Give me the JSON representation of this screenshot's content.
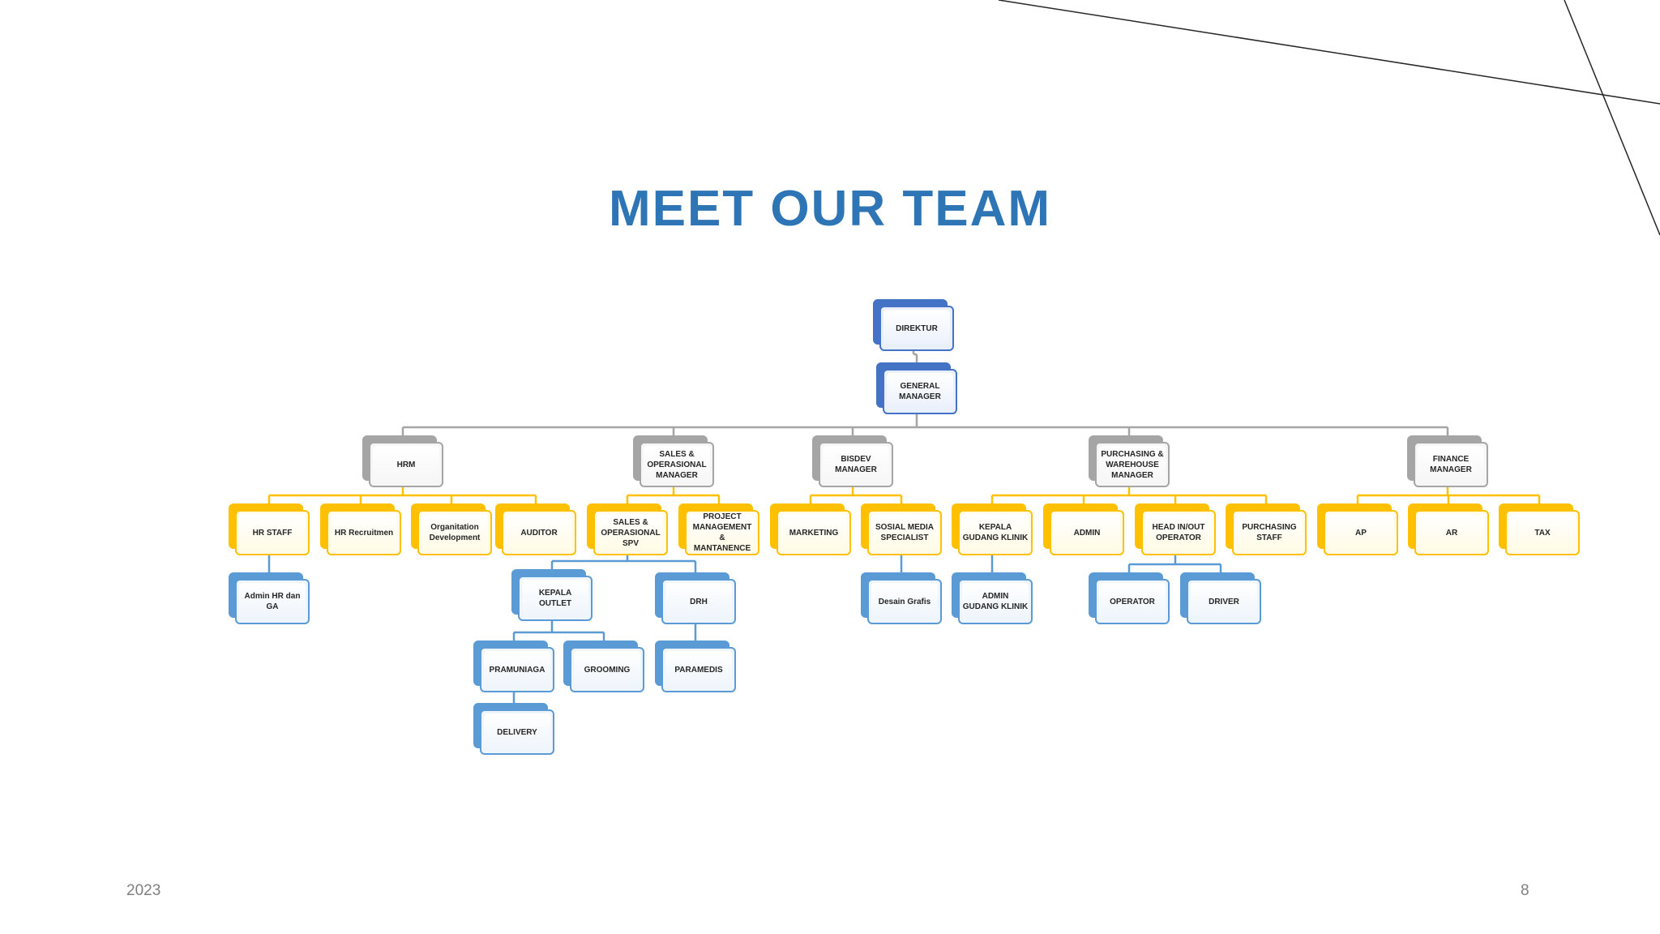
{
  "slide": {
    "title": "MEET OUR TEAM",
    "year": "2023",
    "page_number": "8"
  },
  "colors": {
    "title": "#2e75b6",
    "top_level": "#4472c4",
    "manager": "#a5a5a5",
    "staff": "#ffc000",
    "sub_staff": "#5b9bd5",
    "connector": "#a5a5a5"
  },
  "org_chart": {
    "nodes": [
      {
        "id": "direktur",
        "label": "DIREKTUR",
        "parent": null,
        "level": "top"
      },
      {
        "id": "general-manager",
        "label": "GENERAL\nMANAGER",
        "parent": "direktur",
        "level": "top"
      },
      {
        "id": "hrm",
        "label": "HRM",
        "parent": "general-manager",
        "level": "manager"
      },
      {
        "id": "sales-operasional-manager",
        "label": "SALES &\nOPERASIONAL\nMANAGER",
        "parent": "general-manager",
        "level": "manager"
      },
      {
        "id": "bisdev-manager",
        "label": "BISDEV\nMANAGER",
        "parent": "general-manager",
        "level": "manager"
      },
      {
        "id": "purchasing-warehouse-manager",
        "label": "PURCHASING &\nWAREHOUSE\nMANAGER",
        "parent": "general-manager",
        "level": "manager"
      },
      {
        "id": "finance-manager",
        "label": "FINANCE\nMANAGER",
        "parent": "general-manager",
        "level": "manager"
      },
      {
        "id": "hr-staff",
        "label": "HR STAFF",
        "parent": "hrm",
        "level": "staff"
      },
      {
        "id": "hr-recruitmen",
        "label": "HR Recruitmen",
        "parent": "hrm",
        "level": "staff"
      },
      {
        "id": "organitation-development",
        "label": "Organitation\nDevelopment",
        "parent": "hrm",
        "level": "staff"
      },
      {
        "id": "auditor",
        "label": "AUDITOR",
        "parent": "hrm",
        "level": "staff"
      },
      {
        "id": "sales-operasional-spv",
        "label": "SALES &\nOPERASIONAL\nSPV",
        "parent": "sales-operasional-manager",
        "level": "staff"
      },
      {
        "id": "project-management",
        "label": "PROJECT\nMANAGEMENT\n&\nMANTANENCE",
        "parent": "sales-operasional-manager",
        "level": "staff"
      },
      {
        "id": "marketing",
        "label": "MARKETING",
        "parent": "bisdev-manager",
        "level": "staff"
      },
      {
        "id": "sosial-media-specialist",
        "label": "SOSIAL MEDIA\nSPECIALIST",
        "parent": "bisdev-manager",
        "level": "staff"
      },
      {
        "id": "kepala-gudang-klinik",
        "label": "KEPALA\nGUDANG KLINIK",
        "parent": "purchasing-warehouse-manager",
        "level": "staff"
      },
      {
        "id": "admin",
        "label": "ADMIN",
        "parent": "purchasing-warehouse-manager",
        "level": "staff"
      },
      {
        "id": "head-in-out-operator",
        "label": "HEAD IN/OUT\nOPERATOR",
        "parent": "purchasing-warehouse-manager",
        "level": "staff"
      },
      {
        "id": "purchasing-staff",
        "label": "PURCHASING\nSTAFF",
        "parent": "purchasing-warehouse-manager",
        "level": "staff"
      },
      {
        "id": "ap",
        "label": "AP",
        "parent": "finance-manager",
        "level": "staff"
      },
      {
        "id": "ar",
        "label": "AR",
        "parent": "finance-manager",
        "level": "staff"
      },
      {
        "id": "tax",
        "label": "TAX",
        "parent": "finance-manager",
        "level": "staff"
      },
      {
        "id": "admin-hr-ga",
        "label": "Admin HR dan\nGA",
        "parent": "hr-staff",
        "level": "sub"
      },
      {
        "id": "kepala-outlet",
        "label": "KEPALA OUTLET",
        "parent": "sales-operasional-spv",
        "level": "sub"
      },
      {
        "id": "drh",
        "label": "DRH",
        "parent": "sales-operasional-spv",
        "level": "sub"
      },
      {
        "id": "desain-grafis",
        "label": "Desain Grafis",
        "parent": "sosial-media-specialist",
        "level": "sub"
      },
      {
        "id": "admin-gudang-klinik",
        "label": "ADMIN\nGUDANG KLINIK",
        "parent": "kepala-gudang-klinik",
        "level": "sub"
      },
      {
        "id": "operator",
        "label": "OPERATOR",
        "parent": "head-in-out-operator",
        "level": "sub"
      },
      {
        "id": "driver",
        "label": "DRIVER",
        "parent": "head-in-out-operator",
        "level": "sub"
      },
      {
        "id": "pramuniaga",
        "label": "PRAMUNIAGA",
        "parent": "kepala-outlet",
        "level": "sub"
      },
      {
        "id": "grooming",
        "label": "GROOMING",
        "parent": "kepala-outlet",
        "level": "sub"
      },
      {
        "id": "paramedis",
        "label": "PARAMEDIS",
        "parent": "drh",
        "level": "sub"
      },
      {
        "id": "delivery",
        "label": "DELIVERY",
        "parent": "pramuniaga",
        "level": "sub"
      }
    ]
  }
}
